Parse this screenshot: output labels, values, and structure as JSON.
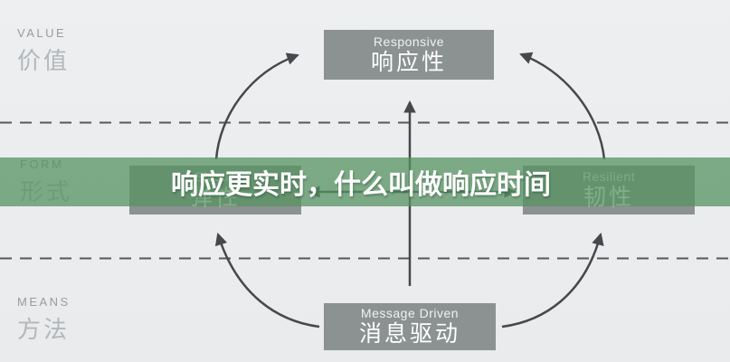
{
  "title_overlay": {
    "caption": "响应更实时，什么叫做响应时间"
  },
  "sections": [
    {
      "en": "VALUE",
      "zh": "价值"
    },
    {
      "en": "FORM",
      "zh": "形式"
    },
    {
      "en": "MEANS",
      "zh": "方法"
    }
  ],
  "nodes": [
    {
      "id": "responsive",
      "en": "Responsive",
      "zh": "响应性"
    },
    {
      "id": "elastic",
      "en": "Elastic",
      "zh": "弹性"
    },
    {
      "id": "resilient",
      "en": "Resilient",
      "zh": "韧性"
    },
    {
      "id": "message-driven",
      "en": "Message Driven",
      "zh": "消息驱动"
    }
  ],
  "colors": {
    "background": "#eceef0",
    "node_box": "#8c9191",
    "overlay_green": "rgba(86,147,97,0.75)",
    "arrow": "#46494c",
    "dashed_line": "#56595b",
    "caption_text": "#ffffff"
  }
}
